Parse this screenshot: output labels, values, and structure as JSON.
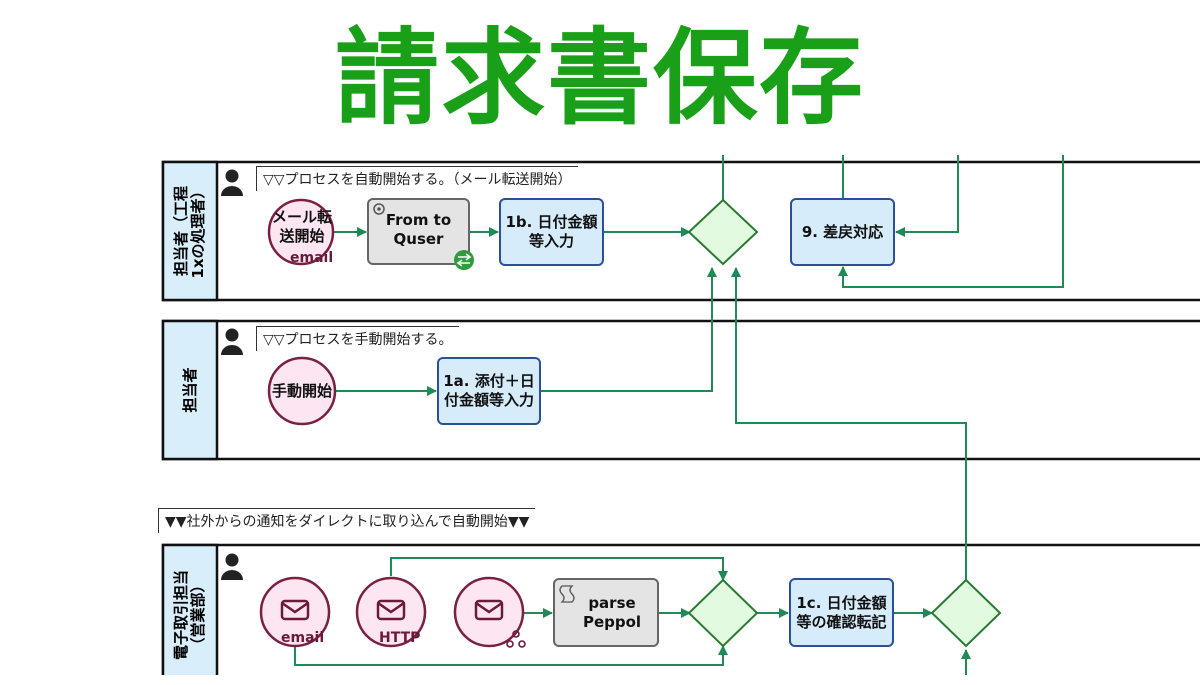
{
  "title": "請求書保存",
  "lanes": [
    {
      "label": "担当者（工程\n1xの処理者）",
      "banner": "▽▽プロセスを自動開始する。（メール転送開始）"
    },
    {
      "label": "担当者",
      "banner": "▽▽プロセスを手動開始する。"
    },
    {
      "label": "電子取引担当\n（営業部）",
      "banner": ""
    }
  ],
  "external_banner": "▼▼社外からの通知をダイレクトに取り込んで自動開始▼▼",
  "nodes": {
    "mail_forward": "メール転\n送開始",
    "mail_forward_sub": "email",
    "from_quser": "From to\nQuser",
    "task_1b": "1b. 日付金額\n等入力",
    "task_9": "9. 差戻対応",
    "manual_start": "手動開始",
    "task_1a": "1a. 添付＋日\n付金額等入力",
    "email_start": "email",
    "http_start": "HTTP",
    "parse_peppol": "parse\nPeppol",
    "task_1c": "1c. 日付金額\n等の確認転記"
  },
  "colors": {
    "title": "#1aa018",
    "flow": "#1f8a55",
    "event_fill": "#fde6f2",
    "event_stroke": "#7a2040",
    "task_fill": "#d6ecfb",
    "task_stroke": "#2c4f9a",
    "service_fill": "#e4e4e4",
    "gateway_fill": "#e2fbe0",
    "gateway_stroke": "#2a7a33",
    "lane_header": "#d8eefb"
  }
}
